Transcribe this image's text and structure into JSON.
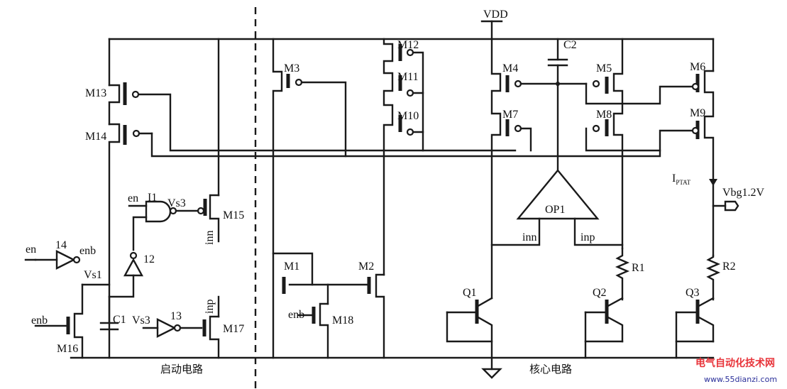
{
  "labels": {
    "vdd": "VDD",
    "c2": "C2",
    "c1": "C1",
    "m1": "M1",
    "m2": "M2",
    "m3": "M3",
    "m4": "M4",
    "m5": "M5",
    "m6": "M6",
    "m7": "M7",
    "m8": "M8",
    "m9": "M9",
    "m10": "M10",
    "m11": "M11",
    "m12": "M12",
    "m13": "M13",
    "m14": "M14",
    "m15": "M15",
    "m16": "M16",
    "m17": "M17",
    "m18": "M18",
    "q1": "Q1",
    "q2": "Q2",
    "q3": "Q3",
    "r1": "R1",
    "r2": "R2",
    "op1": "OP1",
    "inn": "inn",
    "inp": "inp",
    "inn_gate": "inn",
    "inp_gate": "inp",
    "iptat_main": "I",
    "iptat_sub": "PTAT",
    "vbg": "Vbg1.2V",
    "en_in": "en",
    "enb_out": "enb",
    "inv14": "14",
    "en_nand": "en",
    "i1": "I1",
    "vs3_top": "Vs3",
    "inv12": "12",
    "vs1": "Vs1",
    "enb_m16": "enb",
    "vs3_bot": "Vs3",
    "inv13": "13",
    "enb_m18": "enb",
    "section_startup": "启动电路",
    "section_core": "核心电路"
  },
  "watermark": {
    "line1": "电气自动化技术网",
    "line2": "www.55dianzi.com"
  }
}
